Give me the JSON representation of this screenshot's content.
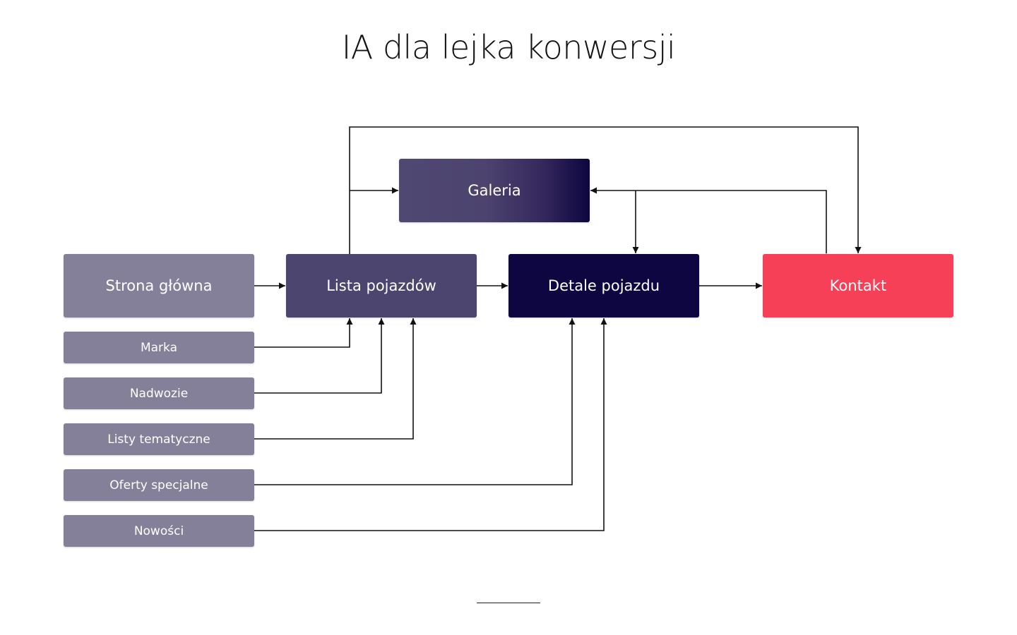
{
  "title": "IA dla lejka konwersji",
  "nodes": {
    "home": "Strona główna",
    "lista": "Lista pojazdów",
    "galeria": "Galeria",
    "detale": "Detale pojazdu",
    "kontakt": "Kontakt",
    "marka": "Marka",
    "nadwozie": "Nadwozie",
    "listy_tematyczne": "Listy tematyczne",
    "oferty": "Oferty specjalne",
    "nowosci": "Nowości"
  },
  "edges": [
    {
      "from": "Strona główna",
      "to": "Lista pojazdów"
    },
    {
      "from": "Lista pojazdów",
      "to": "Detale pojazdu"
    },
    {
      "from": "Detale pojazdu",
      "to": "Kontakt"
    },
    {
      "from": "Lista pojazdów",
      "to": "Galeria"
    },
    {
      "from": "Lista pojazdów",
      "to": "Kontakt"
    },
    {
      "from": "Kontakt",
      "to": "Galeria"
    },
    {
      "from": "Galeria",
      "to": "Detale pojazdu"
    },
    {
      "from": "Marka",
      "to": "Lista pojazdów"
    },
    {
      "from": "Nadwozie",
      "to": "Lista pojazdów"
    },
    {
      "from": "Listy tematyczne",
      "to": "Lista pojazdów"
    },
    {
      "from": "Oferty specjalne",
      "to": "Detale pojazdu"
    },
    {
      "from": "Nowości",
      "to": "Detale pojazdu"
    }
  ],
  "colors": {
    "home": "#858099",
    "lista": "#4b456f",
    "galeria": "#4f4873",
    "detale": "#0e0641",
    "kontakt": "#f54058",
    "sub": "#848099",
    "line": "#111111"
  }
}
